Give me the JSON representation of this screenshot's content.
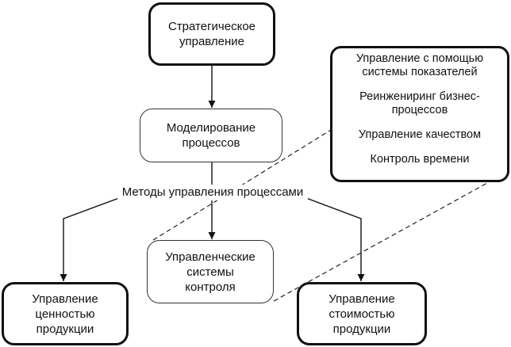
{
  "diagram": {
    "nodes": {
      "strategic": "Стратегическое\nуправление",
      "modeling": "Моделирование\nпроцессов",
      "control": "Управленческие\nсистемы\nконтроля",
      "value": "Управление\nценностью\nпродукции",
      "cost": "Управление\nстоимостью\nпродукции"
    },
    "methods_label": "Методы управления процессами",
    "methods_list": [
      "Управление с помощью\nсистемы показателей",
      "Реинжениринг бизнес-\nпроцессов",
      "Управление качеством",
      "Контроль времени"
    ],
    "edges": [
      {
        "from": "strategic",
        "to": "modeling",
        "style": "arrow"
      },
      {
        "from": "modeling",
        "to": "methods_label",
        "style": "line"
      },
      {
        "from": "methods_label",
        "to": "value",
        "style": "arrow"
      },
      {
        "from": "methods_label",
        "to": "control",
        "style": "arrow"
      },
      {
        "from": "methods_label",
        "to": "cost",
        "style": "arrow"
      },
      {
        "from": "control",
        "to": "methods_list",
        "style": "dashed"
      }
    ]
  }
}
